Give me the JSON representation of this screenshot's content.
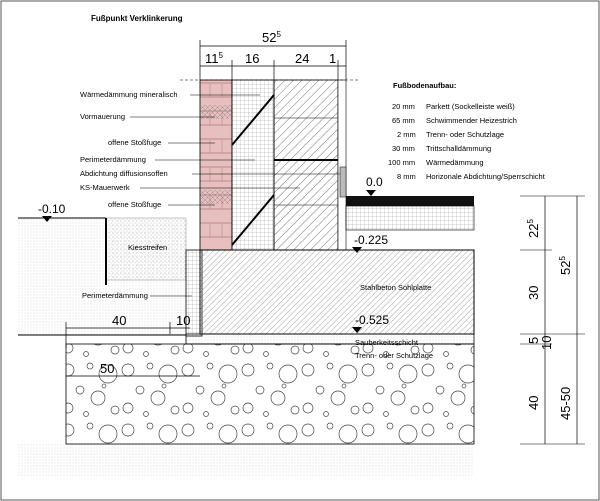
{
  "title": "Fußpunkt Verklinkerung",
  "top_dims": {
    "total": "52",
    "total_sup": "5",
    "d1": "11",
    "d1_sup": "5",
    "d2": "16",
    "d3": "24",
    "d4": "1"
  },
  "layers_left": [
    "Wärmedämmung mineralisch",
    "Vormauerung",
    "offene Stoßfuge",
    "Perimeterdämmung",
    "Abdichtung diffusionsoffen",
    "KS-Mauerwerk",
    "offene Stoßfuge"
  ],
  "floor": {
    "heading": "Fußbodenaufbau:",
    "rows": [
      {
        "thk": "20 mm",
        "desc": "Parkett (Sockelleiste weiß)"
      },
      {
        "thk": "65 mm",
        "desc": "Schwimmender Heizestrich"
      },
      {
        "thk": "2 mm",
        "desc": "Trenn- oder Schutzlage"
      },
      {
        "thk": "30 mm",
        "desc": "Trittschalldämmung"
      },
      {
        "thk": "100 mm",
        "desc": "Wärmedämmung"
      },
      {
        "thk": "8 mm",
        "desc": "Horizonale Abdichtung/Sperrschicht"
      }
    ]
  },
  "levels": {
    "l_000": "0.0",
    "l_ground": "-0.10",
    "l_0225": "-0.225",
    "l_0525": "-0.525"
  },
  "labels": {
    "kiesstreifen": "Kiesstreifen",
    "perimeter_bottom": "Perimeterdämmung",
    "slab": "Stahlbeton Sohlplatte",
    "sauberkeit": "Sauberkeitsschicht",
    "trenn": "Trenn- oder Schutzlage"
  },
  "bottom_dims": {
    "d40": "40",
    "d10": "10",
    "d50": "50"
  },
  "right_dims": {
    "v22": "22",
    "v22_sup": "5",
    "v30": "30",
    "v5": "5",
    "v40": "40",
    "v52": "52",
    "v52_sup": "5",
    "v10": "10",
    "v4550": "45-50"
  }
}
